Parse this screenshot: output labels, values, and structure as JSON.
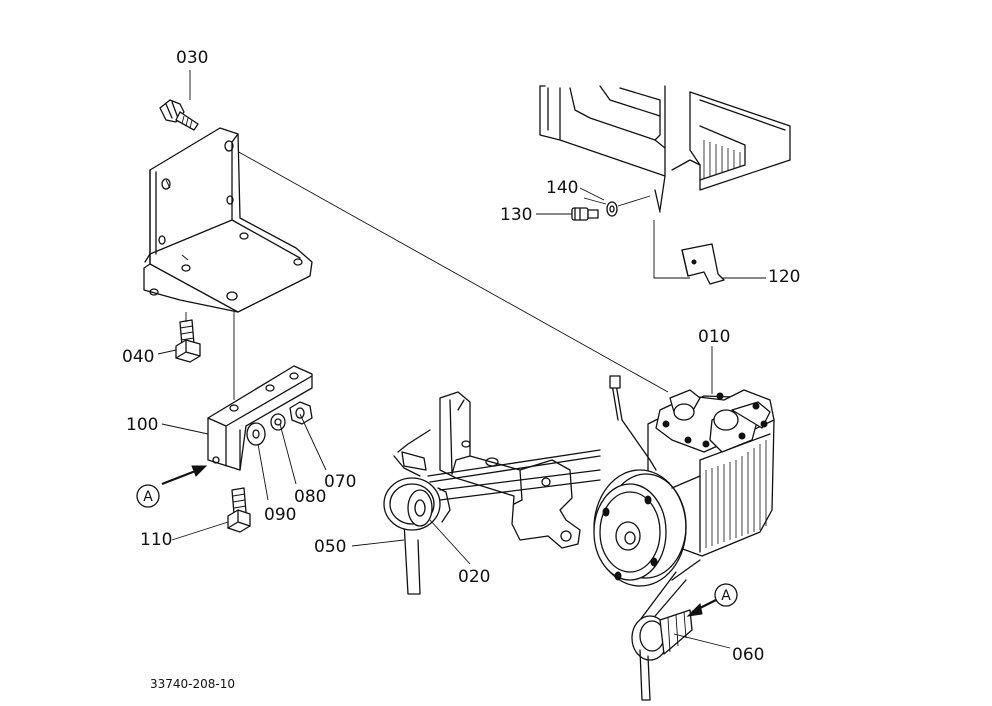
{
  "parts": {
    "p010": "010",
    "p020": "020",
    "p030": "030",
    "p040": "040",
    "p050": "050",
    "p060": "060",
    "p070": "070",
    "p080": "080",
    "p090": "090",
    "p100": "100",
    "p110": "110",
    "p120": "120",
    "p130": "130",
    "p140": "140"
  },
  "reference_marker": "A",
  "drawing_number": "33740-208-10"
}
